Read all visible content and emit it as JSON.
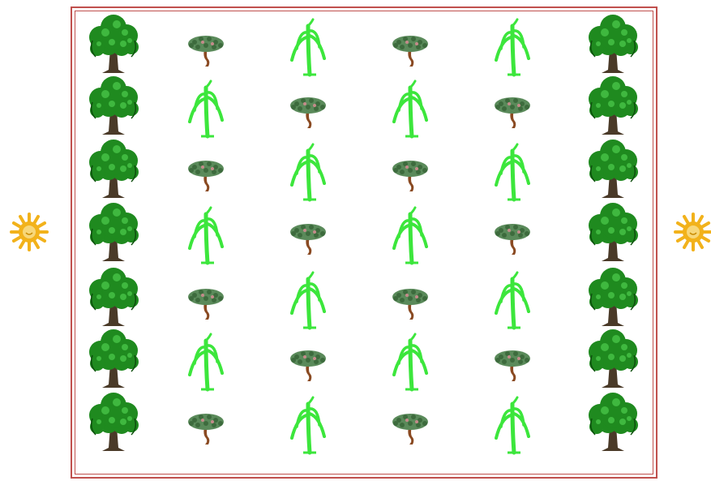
{
  "diagram": {
    "type": "planting-layout",
    "colors": {
      "border": "#c0504d",
      "big_tree_leaf": "#1f8a1f",
      "big_tree_leaf_light": "#3fb83f",
      "big_tree_trunk": "#4a3a28",
      "palm_leaf": "#3ce63c",
      "small_tree_leaf": "#5a8a5a",
      "small_tree_trunk": "#8a4a22",
      "sun": "#f2b21b"
    },
    "columns": [
      {
        "kind": "big-tree",
        "icon": "big-tree-icon",
        "count": 7
      },
      {
        "kind": "alternating",
        "start": "small-tree",
        "icon_a": "small-tree-icon",
        "icon_b": "palm-icon",
        "count": 7
      },
      {
        "kind": "alternating",
        "start": "palm",
        "icon_a": "small-tree-icon",
        "icon_b": "palm-icon",
        "count": 7
      },
      {
        "kind": "alternating",
        "start": "small-tree",
        "icon_a": "small-tree-icon",
        "icon_b": "palm-icon",
        "count": 7
      },
      {
        "kind": "alternating",
        "start": "palm",
        "icon_a": "small-tree-icon",
        "icon_b": "palm-icon",
        "count": 7
      },
      {
        "kind": "big-tree",
        "icon": "big-tree-icon",
        "count": 7
      }
    ],
    "suns": [
      "sun-icon",
      "sun-icon"
    ]
  }
}
